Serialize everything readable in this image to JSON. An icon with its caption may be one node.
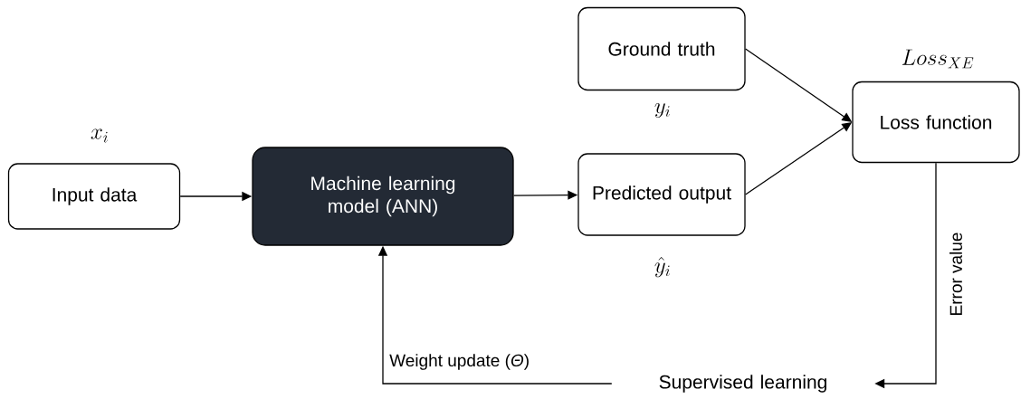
{
  "diagram": {
    "nodes": [
      {
        "text": [
          "Input data"
        ],
        "beside": [
          "x_i"
        ]
      },
      {
        "text": [
          "Machine learning model (ANN)"
        ]
      },
      {
        "text": [
          "Ground truth"
        ],
        "beside": [
          "y_i"
        ]
      },
      {
        "text": [
          "Predicted output"
        ],
        "beside": [
          "\\hat{y}_i"
        ]
      },
      {
        "text": [
          "Loss function"
        ],
        "beside": [
          "Loss_{XE}"
        ]
      },
      {
        "text": [
          "Supervised learning"
        ]
      }
    ],
    "edges": [
      {
        "from": 0,
        "to": 1,
        "arrow": "to"
      },
      {
        "from": 1,
        "to": 3,
        "arrow": "to"
      },
      {
        "from": 2,
        "to": 4,
        "arrow": "to"
      },
      {
        "from": 3,
        "to": 4,
        "arrow": "to"
      },
      {
        "from": 4,
        "to": 5,
        "arrow": "to",
        "label": "Error value"
      },
      {
        "from": 5,
        "to": 1,
        "arrow": "to",
        "label": "Weight update (*Θ*)"
      }
    ]
  }
}
